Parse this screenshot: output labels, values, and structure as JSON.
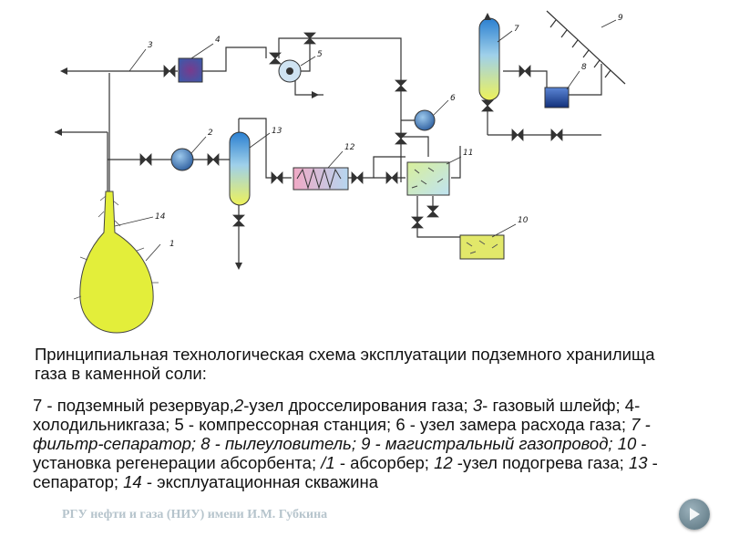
{
  "diagram": {
    "component_numbers": [
      "1",
      "2",
      "3",
      "4",
      "5",
      "6",
      "7",
      "8",
      "9",
      "10",
      "11",
      "12",
      "13",
      "14"
    ]
  },
  "caption": {
    "title": "Принципиальная технологическая схема эксплуатации подземного хранилища газа в каменной соли:",
    "legend_parts": [
      "7 - подземный резервуар,",
      "2",
      "-узел дросселирования газа; ",
      "3",
      "- газовый шлейф; 4-холодильникгаза; 5 - компрессорная станция; 6 - узел замера расхода газа; ",
      "7",
      " - фильтр-сепаратор; ",
      "8",
      " - пылеуловитель; 9 - магистральный газопровод; ",
      "10",
      " - установка регенерации абсорбента; ",
      "/1",
      " - абсорбер; ",
      "12",
      " -узел подогрева газа; ",
      "13",
      " - сепаратор; ",
      "14",
      " - эксплуатационная скважина"
    ]
  },
  "footer": {
    "text": "РГУ нефти и газа (НИУ) имени И.М. Губкина"
  },
  "colors": {
    "pipe": "#333333",
    "reservoir_fill": "#e3ee3a",
    "vessel_gradient_top": "#2a7fd0",
    "vessel_gradient_bottom": "#eef25a",
    "heat_exchanger": "#f4b8c8",
    "absorber": "#e6ea86",
    "regeneration": "#e2e86a",
    "cooler": "#4a58a8",
    "flowmeter": "#4f8cc8",
    "dust_catcher": "#2b4aa0"
  }
}
